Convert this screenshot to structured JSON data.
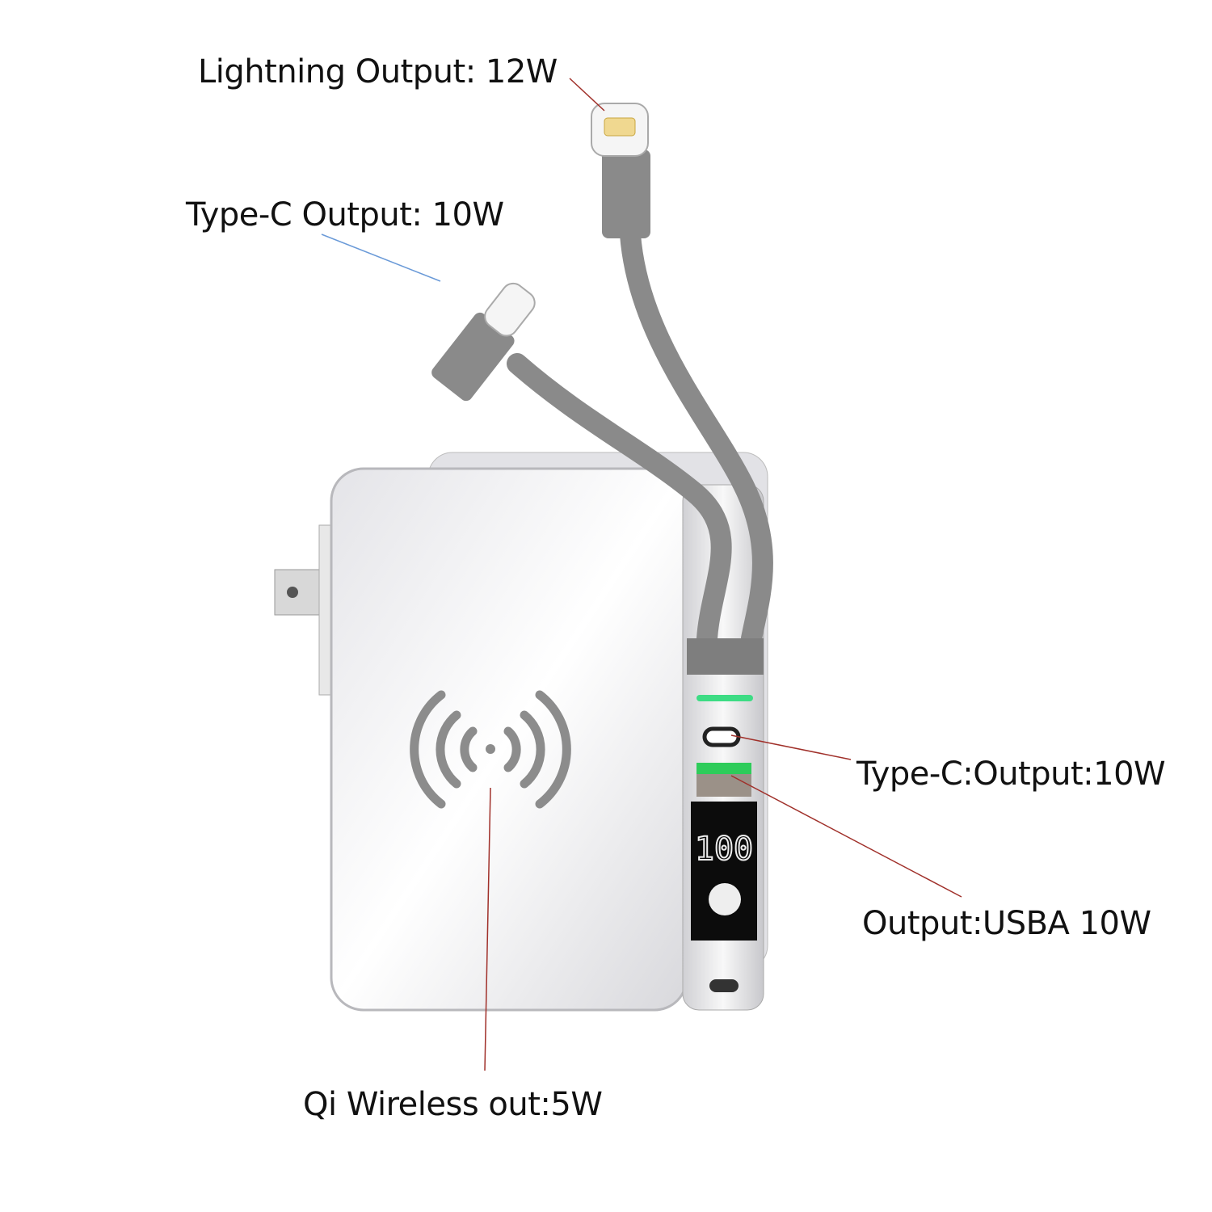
{
  "labels": {
    "lightning": "Lightning Output: 12W",
    "typec_cable": "Type-C Output: 10W",
    "typec_port": "Type-C:Output:10W",
    "usba_port": "Output:USBA 10W",
    "wireless": "Qi Wireless out:5W"
  },
  "display": {
    "battery_percent": "100"
  },
  "colors": {
    "body": "#f2f2f4",
    "cable": "#8a8a8a",
    "led": "#3ddc84",
    "leader_red": "#a0302a",
    "leader_blue": "#6a9ad8"
  }
}
